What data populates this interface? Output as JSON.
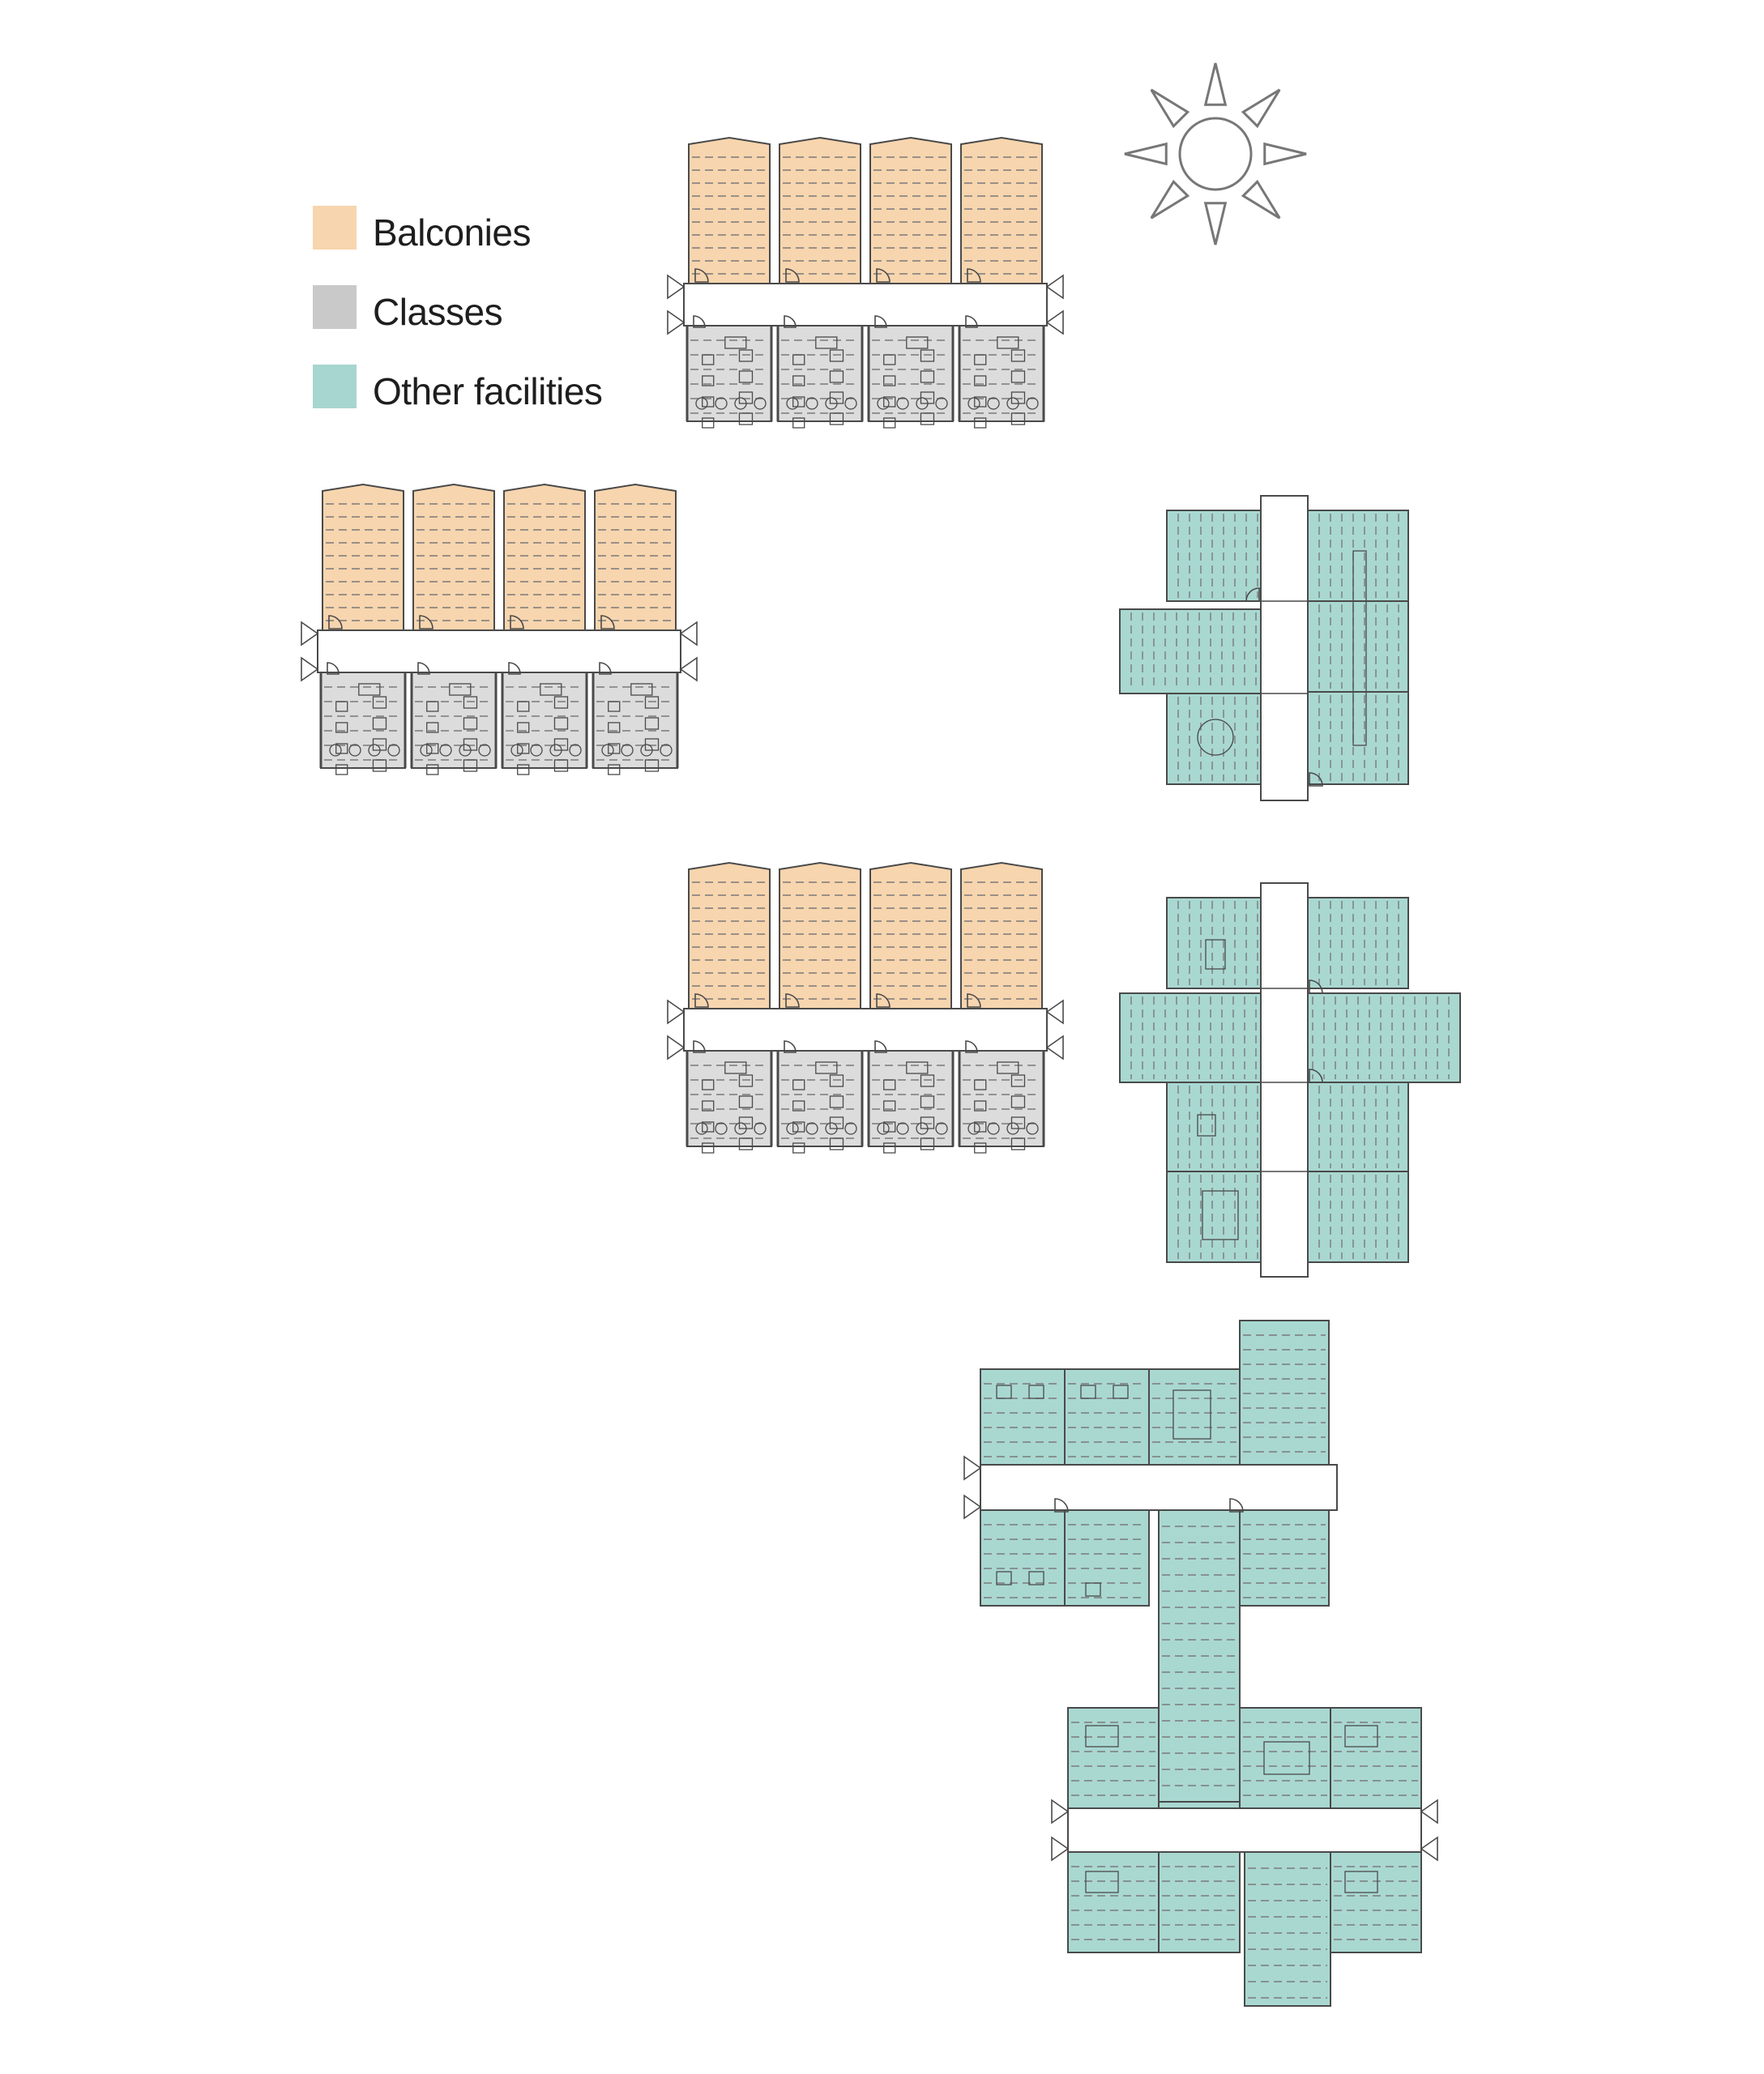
{
  "legend": [
    {
      "label": "Balconies",
      "color": "#f7d5ae"
    },
    {
      "label": "Classes",
      "color": "#c9c9c9"
    },
    {
      "label": "Other facilities",
      "color": "#a6d6cf"
    }
  ],
  "palette": {
    "balcony": "#f7d5ae",
    "classroom": "#dcdcdc",
    "classroom_dark": "#cbcbcb",
    "facility": "#a9d8d1",
    "corridor": "#ffffff",
    "line": "#4a4a4a",
    "line_light": "#7a7a7a",
    "sun": "#777777"
  },
  "icons": {
    "sun": "sun-icon"
  }
}
